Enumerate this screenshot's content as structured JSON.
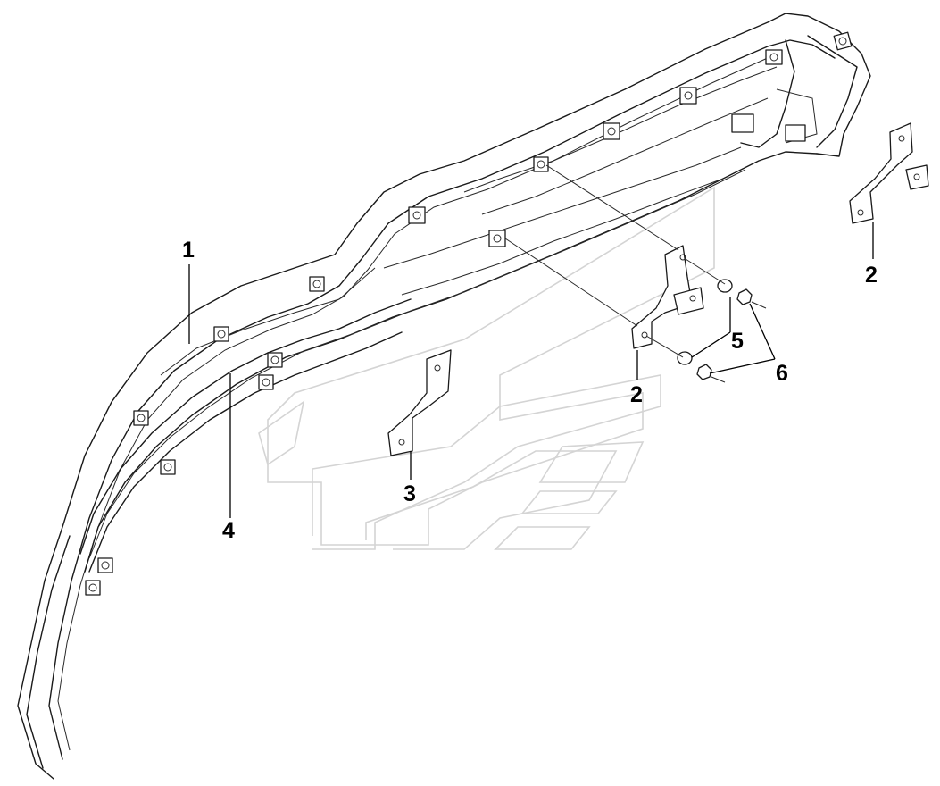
{
  "diagram": {
    "callouts": [
      {
        "id": "c1",
        "label": "1"
      },
      {
        "id": "c2a",
        "label": "2"
      },
      {
        "id": "c2b",
        "label": "2"
      },
      {
        "id": "c3",
        "label": "3"
      },
      {
        "id": "c4",
        "label": "4"
      },
      {
        "id": "c5",
        "label": "5"
      },
      {
        "id": "c6",
        "label": "6"
      }
    ]
  },
  "colors": {
    "line": "#1a1a1a",
    "watermark": "#d4d4d4",
    "background": "#ffffff"
  }
}
